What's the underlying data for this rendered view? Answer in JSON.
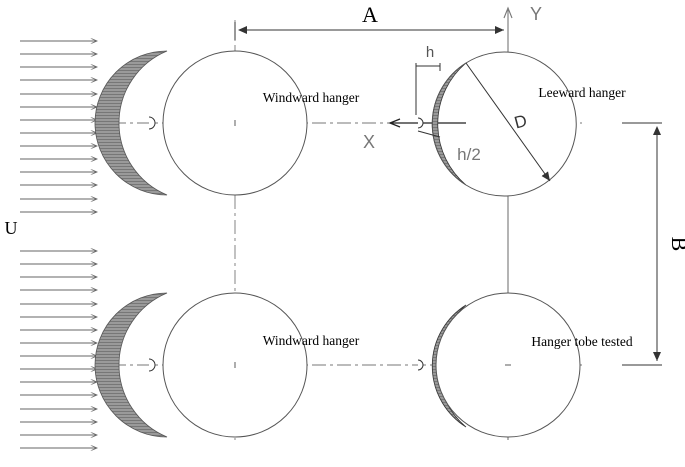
{
  "labels": {
    "dimension_a": "A",
    "dimension_b": "B",
    "flow": "U",
    "axis_x": "X",
    "axis_y": "Y",
    "diameter": "D",
    "h": "h",
    "h_half": "h/2"
  },
  "hangers": {
    "top_left": "Windward hanger",
    "top_right": "Leeward hanger",
    "bottom_left": "Windward hanger",
    "bottom_right": "Hanger tobe tested"
  },
  "colors": {
    "line": "#555555",
    "dark_line": "#222222",
    "shade": "#8c8c8c",
    "axis_gray": "#777777"
  },
  "icons": {
    "flow_arrow": "right-arrow-icon"
  }
}
